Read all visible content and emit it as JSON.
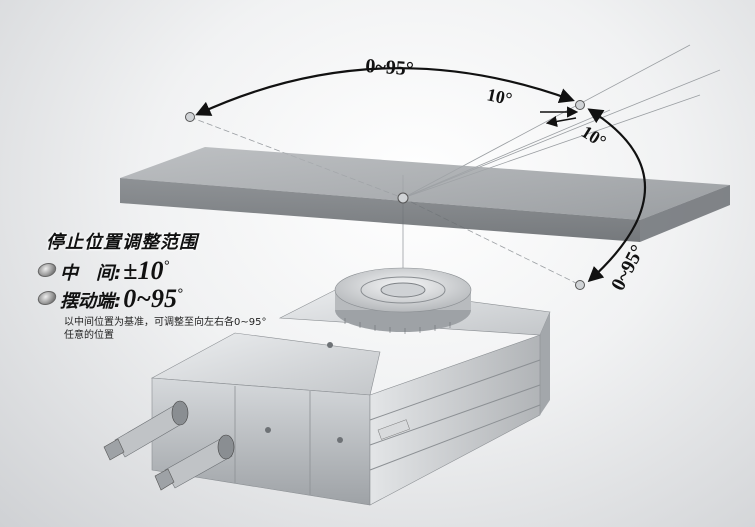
{
  "labels": {
    "arc_top": "0~95°",
    "left_ten": "10°",
    "right_ten": "10°",
    "arc_side": "0~95°"
  },
  "panel": {
    "title": "停止位置调整范围",
    "middle_label": "中　间:",
    "middle_value": "±10",
    "swing_label": "摆动端:",
    "swing_value": "0~95",
    "description": "以中间位置为基准，可调整至向左右各0~95°任意的位置"
  },
  "colors": {
    "arrow": "#111111",
    "plate": "#8f9396",
    "body": "#c9cccf"
  }
}
